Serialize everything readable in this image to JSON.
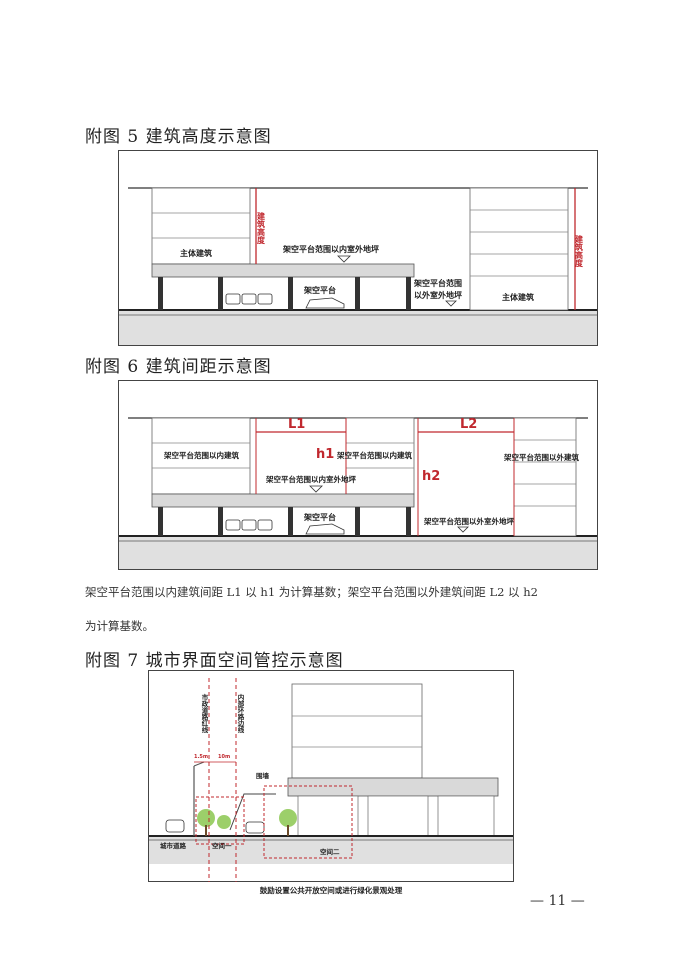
{
  "fig5": {
    "title": "附图 5  建筑高度示意图",
    "main_building": "主体建筑",
    "podium_floor_level": "架空平台范围以内室外地坪",
    "outside_floor_level_1": "架空平台范围",
    "outside_floor_level_2": "以外室外地坪",
    "platform": "架空平台",
    "right_building": "主体建筑",
    "height_label": "建筑高度"
  },
  "fig6": {
    "title": "附图 6  建筑间距示意图",
    "L1": "L1",
    "L2": "L2",
    "h1": "h1",
    "h2": "h2",
    "inner_building_left": "架空平台范围以内建筑",
    "inner_building_mid": "架空平台范围以内建筑",
    "outer_building": "架空平台范围以外建筑",
    "inner_floor_level": "架空平台范围以内室外地坪",
    "outer_floor_level": "架空平台范围以外室外地坪",
    "platform": "架空平台"
  },
  "paragraph": {
    "line1": "架空平台范围以内建筑间距 L1 以 h1 为计算基数；架空平台范围以外建筑间距 L2 以 h2",
    "line2": "为计算基数。"
  },
  "fig7": {
    "title": "附图 7  城市界面空间管控示意图",
    "road_red_line": "市政道路红线",
    "inner_road_edge": "内部环路边线",
    "dim_1": "1.5m",
    "dim_2": "10m",
    "wall": "围墙",
    "space_one": "空间一",
    "space_two": "空间二",
    "city_road": "城市道路",
    "caption": "鼓励设置公共开放空间或进行绿化景观处理"
  },
  "page_number": "— 11 —"
}
